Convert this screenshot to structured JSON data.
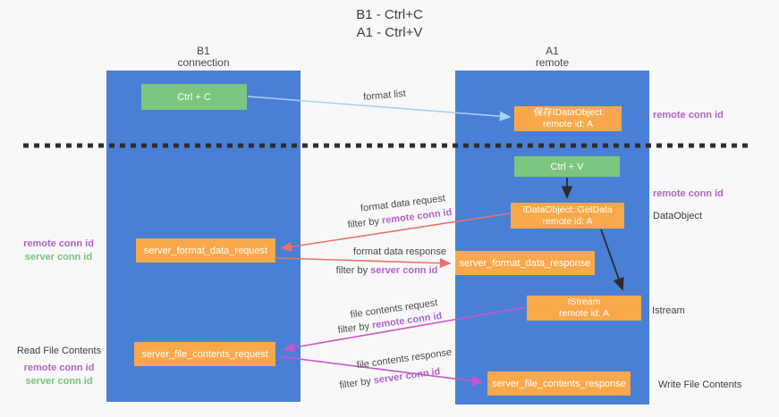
{
  "title": {
    "line1": "B1 - Ctrl+C",
    "line2": "A1 - Ctrl+V"
  },
  "lanes": {
    "b1": {
      "header_line1": "B1",
      "header_line2": "connection"
    },
    "a1": {
      "header_line1": "A1",
      "header_line2": "remote"
    }
  },
  "nodes": {
    "ctrl_c": "Ctrl + C",
    "ctrl_v": "Ctrl + V",
    "save_idataobject": {
      "line1": "保存IDataObject",
      "line2": "remote id: A"
    },
    "getdata": {
      "line1": "IDataObject::GetData",
      "line2": "remote id: A"
    },
    "istream": {
      "line1": "IStream",
      "line2": "remote id: A"
    },
    "server_format_data_request": "server_format_data_request",
    "server_format_data_response": "server_format_data_response",
    "server_file_contents_request": "server_file_contents_request",
    "server_file_contents_response": "server_file_contents_response"
  },
  "flows": {
    "format_list": "format list",
    "format_data_request": {
      "title": "format data request",
      "filter": "filter by",
      "conn": "remote conn id"
    },
    "format_data_response": {
      "title": "format data response",
      "filter": "filter by",
      "conn": "server conn id"
    },
    "file_contents_request": {
      "title": "file contents request",
      "filter": "filter by",
      "conn": "remote conn id"
    },
    "file_contents_response": {
      "title": "file contents response",
      "filter": "filter by",
      "conn": "server conn id"
    }
  },
  "side_labels": {
    "right_remote_conn_id_top": "remote conn id",
    "right_remote_conn_id_mid": "remote conn id",
    "dataobject": "DataObject",
    "istream": "Istream",
    "write_file_contents": "Write File Contents",
    "left_top": {
      "remote": "remote conn id",
      "server": "server conn id"
    },
    "left_bottom": {
      "title": "Read File Contents",
      "remote": "remote conn id",
      "server": "server conn id"
    }
  },
  "colors": {
    "lane_blue": "#4a7fd6",
    "box_orange": "#f9a94b",
    "box_green": "#7cc67f",
    "arrow_lightblue": "#a8d2ee",
    "arrow_red": "#e8706f",
    "arrow_magenta": "#cc54cc",
    "arrow_black": "#2b2b2b",
    "label_purple": "#b164c8",
    "label_green": "#74c47c",
    "dashed_line": "#2e2e2e"
  }
}
